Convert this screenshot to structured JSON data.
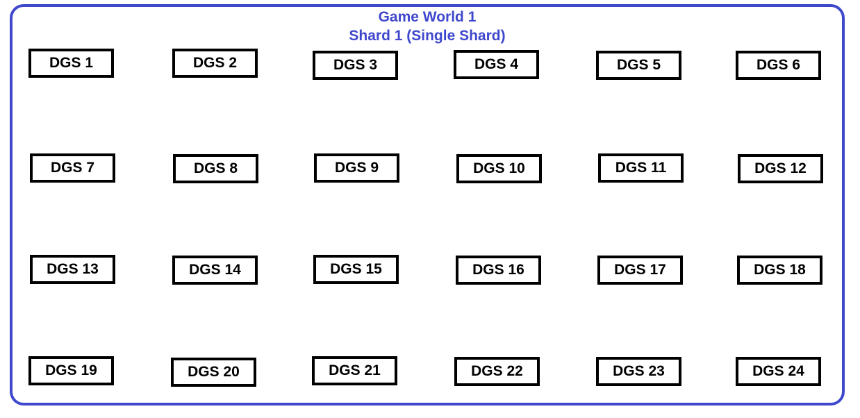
{
  "title": {
    "line1": "Game World 1",
    "line2": "Shard 1 (Single Shard)"
  },
  "colors": {
    "accent": "#3f48cc",
    "box_border": "#000000"
  },
  "servers": [
    "DGS 1",
    "DGS 2",
    "DGS 3",
    "DGS 4",
    "DGS 5",
    "DGS 6",
    "DGS 7",
    "DGS 8",
    "DGS 9",
    "DGS 10",
    "DGS 11",
    "DGS 12",
    "DGS 13",
    "DGS 14",
    "DGS 15",
    "DGS 16",
    "DGS 17",
    "DGS 18",
    "DGS 19",
    "DGS 20",
    "DGS 21",
    "DGS 22",
    "DGS 23",
    "DGS 24"
  ]
}
